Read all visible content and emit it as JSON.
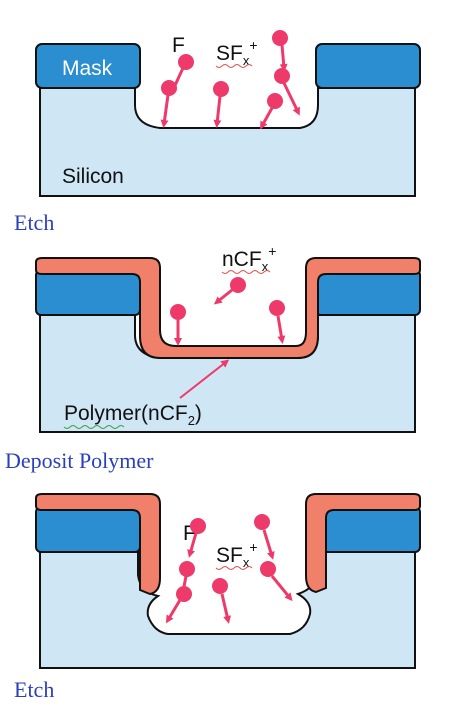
{
  "colors": {
    "silicon": "#cfe6f5",
    "mask": "#2a8ed0",
    "polymer": "#f0806a",
    "particle": "#ee3a6a",
    "outline": "#111111",
    "caption": "#2a3fbf"
  },
  "panel1": {
    "caption": "Etch",
    "mask_label": "Mask",
    "substrate_label": "Silicon",
    "species_f": "F",
    "species_sf_base": "SF",
    "species_sf_sub": "x",
    "species_sf_sup": "+"
  },
  "panel2": {
    "caption": "Deposit Polymer",
    "ion_base": "nCF",
    "ion_sub": "x",
    "ion_sup": "+",
    "polymer_base": "Polymer(nCF",
    "polymer_sub": "2",
    "polymer_close": ")"
  },
  "panel3": {
    "caption": "Etch",
    "species_f": "F",
    "species_sf_base": "SF",
    "species_sf_sub": "x",
    "species_sf_sup": "+"
  }
}
